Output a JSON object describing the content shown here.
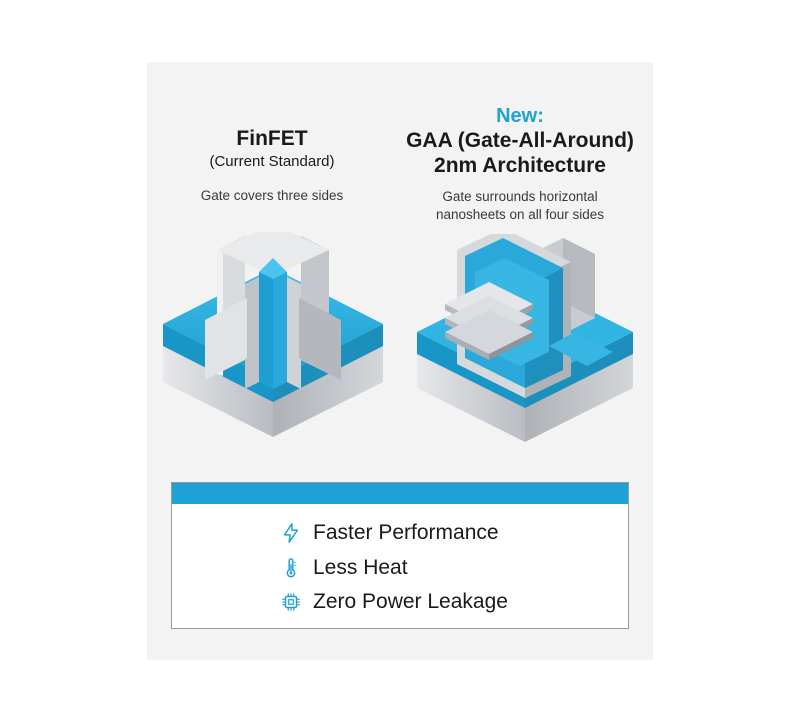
{
  "left": {
    "title": "FinFET",
    "subtitle": "(Current Standard)",
    "caption": "Gate covers three sides"
  },
  "right": {
    "tag": "New:",
    "title_line1": "GAA (Gate-All-Around)",
    "title_line2": "2nm Architecture",
    "caption_line1": "Gate surrounds horizontal",
    "caption_line2": "nanosheets on all four sides"
  },
  "features": [
    {
      "label": "Faster Performance",
      "icon": "lightning-icon"
    },
    {
      "label": "Less Heat",
      "icon": "thermometer-icon"
    },
    {
      "label": "Zero Power Leakage",
      "icon": "chip-icon"
    }
  ],
  "colors": {
    "accent": "#1ea2d6",
    "metal": "#c9ccd0",
    "text": "#1a1a1a"
  }
}
